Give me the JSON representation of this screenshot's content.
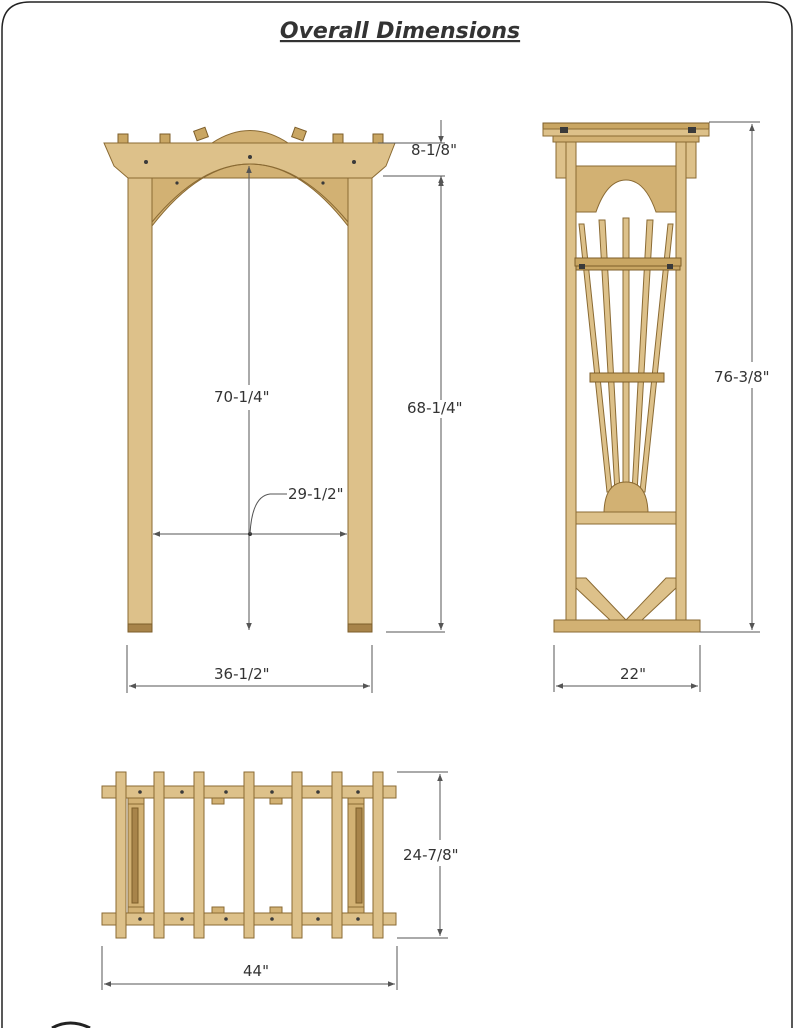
{
  "title": "Overall Dimensions",
  "front_view": {
    "top_height": "8-1/8\"",
    "arch_height": "70-1/4\"",
    "post_height": "68-1/4\"",
    "opening_width": "29-1/2\"",
    "overall_width": "36-1/2\""
  },
  "side_view": {
    "overall_height": "76-3/8\"",
    "depth": "22\""
  },
  "top_view": {
    "depth": "24-7/8\"",
    "length": "44\""
  },
  "colors": {
    "wood_light": "#ddc18a",
    "wood_mid": "#d2b173",
    "wood_dark": "#c9a663",
    "outline": "#8a6a33",
    "dimension_line": "#555555"
  }
}
